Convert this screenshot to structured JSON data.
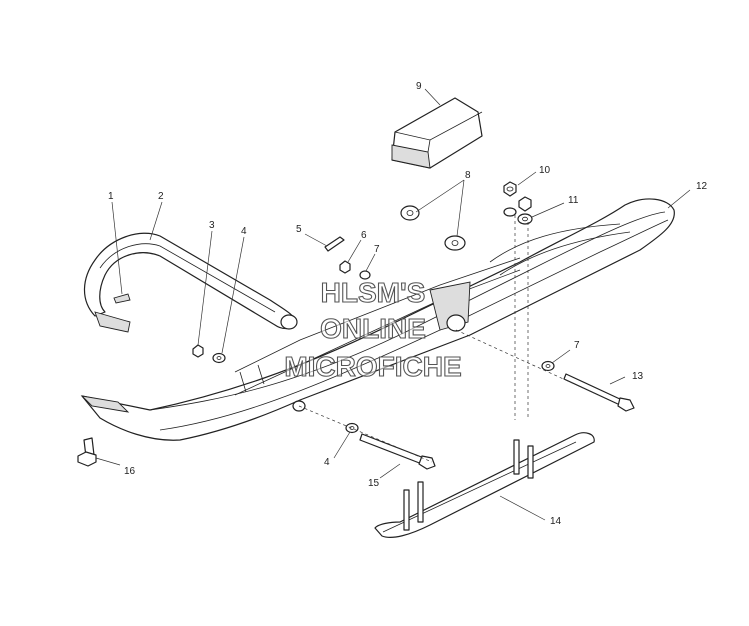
{
  "callouts": [
    "1",
    "2",
    "3",
    "4",
    "5",
    "6",
    "7",
    "8",
    "9",
    "10",
    "11",
    "12",
    "13",
    "14",
    "15",
    "16"
  ],
  "callouts_repeat": {
    "4": "4",
    "7": "7"
  },
  "watermark": {
    "line1": "HLSM'S",
    "line2": "ONLINE",
    "line3": "MICROFICHE"
  },
  "colors": {
    "line": "#222222",
    "background": "#ffffff",
    "watermark_stroke": "#555555"
  }
}
